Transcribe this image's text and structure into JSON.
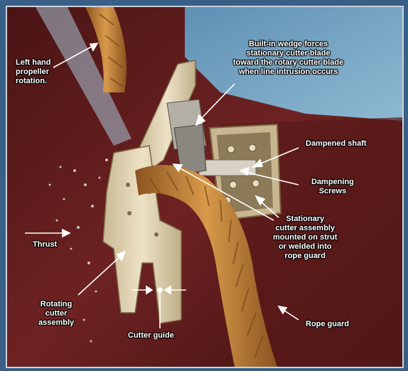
{
  "labels": {
    "propeller_rotation": [
      "Left hand",
      "propeller",
      "rotation."
    ],
    "wedge_note": [
      "Built-in wedge forces",
      "stationary cutter blade",
      "toward the rotary cutter blade",
      "when line intrusion occurs"
    ],
    "dampened_shaft": "Dampened shaft",
    "dampening_screws": [
      "Dampening",
      "Screws"
    ],
    "stationary_assembly": [
      "Stationary",
      "cutter assembly",
      "mounted on strut",
      "or welded into",
      "rope guard"
    ],
    "thrust": "Thrust",
    "rotating_assembly": [
      "Rotating",
      "cutter",
      "assembly"
    ],
    "cutter_guide": "Cutter guide",
    "rope_guard": "Rope guard"
  },
  "colors": {
    "background_hull": "#6b2020",
    "water": "#6fa2c4",
    "rope": "#c98a3c",
    "cutter_blade": "#e4d6b6",
    "label_text": "#ffffff",
    "frame_border": "#3a5f86"
  }
}
